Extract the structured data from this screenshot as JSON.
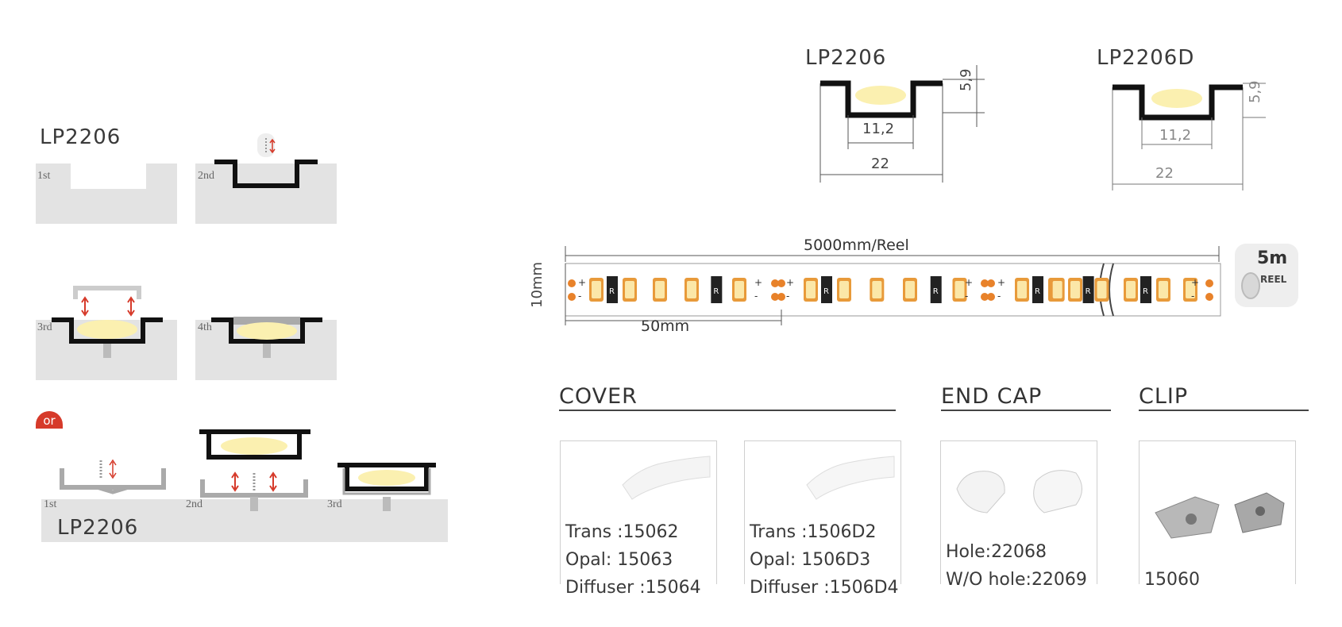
{
  "left": {
    "title_top": "LP2206",
    "title_bottom": "LP2206",
    "steps_a": [
      "1st",
      "2nd",
      "3rd",
      "4th"
    ],
    "or_label": "or",
    "steps_b": [
      "1st",
      "2nd",
      "3rd"
    ]
  },
  "profiles": [
    {
      "title": "LP2206",
      "inner_width": "11,2",
      "outer_width": "22",
      "height": "5,9"
    },
    {
      "title": "LP2206D",
      "inner_width": "11,2",
      "outer_width": "22",
      "height": "5,9"
    }
  ],
  "strip": {
    "length_label": "5000mm/Reel",
    "width_label": "10mm",
    "segment_label": "50mm",
    "reel_size": "5m",
    "reel_label": "REEL",
    "resistor_mark": "R",
    "plus": "+",
    "minus": "-"
  },
  "sections": {
    "cover": "COVER",
    "end_cap": "END CAP",
    "clip": "CLIP"
  },
  "cards": {
    "cover1": [
      "Trans :15062",
      "Opal: 15063",
      "Diffuser :15064"
    ],
    "cover2": [
      "Trans :1506D2",
      "Opal: 1506D3",
      "Diffuser :1506D4"
    ],
    "endcap": [
      "Hole:22068",
      "W/O hole:22069"
    ],
    "clip": [
      "15060"
    ]
  },
  "colors": {
    "led_body": "#e89a3a",
    "led_chip": "#fbe7a8",
    "pad": "#e8822a",
    "profile": "#111111",
    "wall": "#e3e3e3"
  }
}
